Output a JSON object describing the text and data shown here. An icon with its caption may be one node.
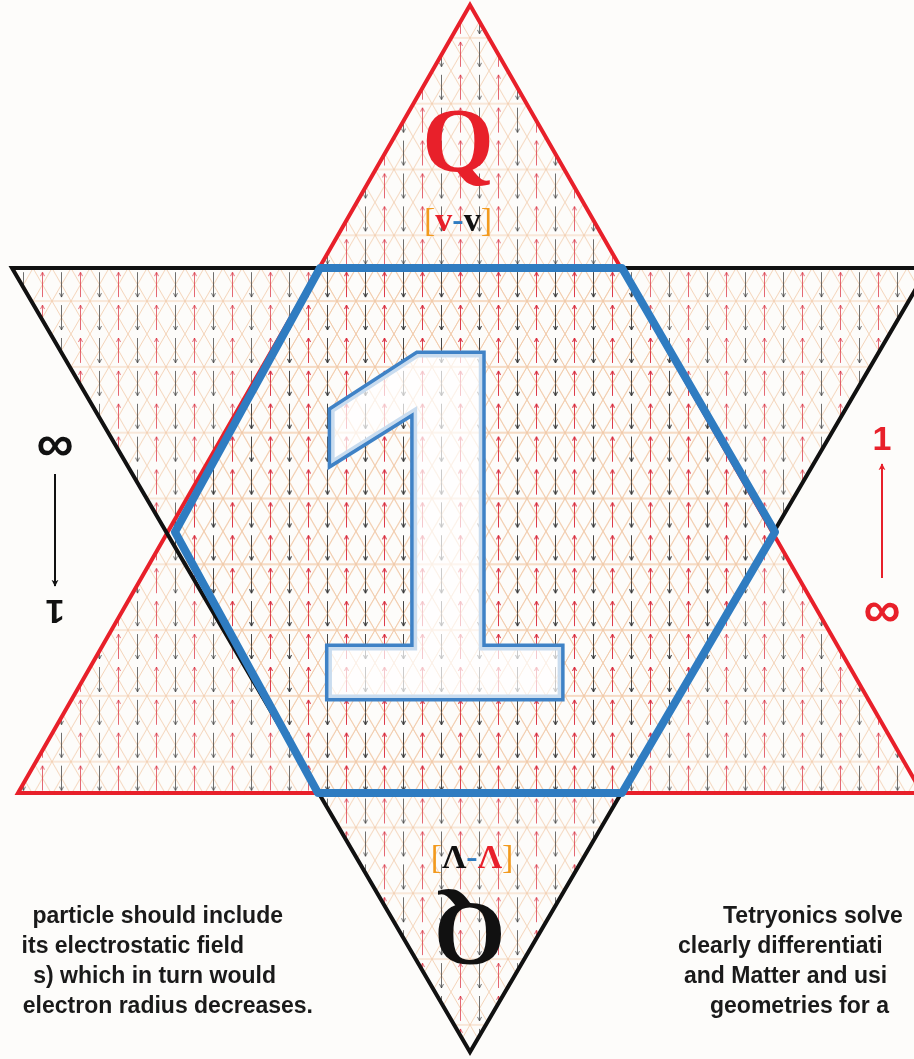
{
  "diagram": {
    "nodes": [
      {
        "text": [
          "∞"
        ]
      },
      {
        "text": [
          "1"
        ]
      },
      {
        "text": [
          "1"
        ]
      },
      {
        "text": [
          "∞"
        ]
      }
    ],
    "edges": [
      {
        "from": 0,
        "to": 1,
        "arrow": "to"
      },
      {
        "from": 3,
        "to": 2,
        "arrow": "to",
        "color": "#e8202a"
      }
    ],
    "labels": [
      "Q",
      "[v-v]",
      "1",
      "[Λ-Λ]",
      "Q",
      "particle should include",
      "its electrostatic field",
      "s) which in turn would",
      "electron radius decreases.",
      "Tetryonics solve",
      "clearly differentiati",
      "and Matter and usi",
      "geometries for a"
    ]
  }
}
